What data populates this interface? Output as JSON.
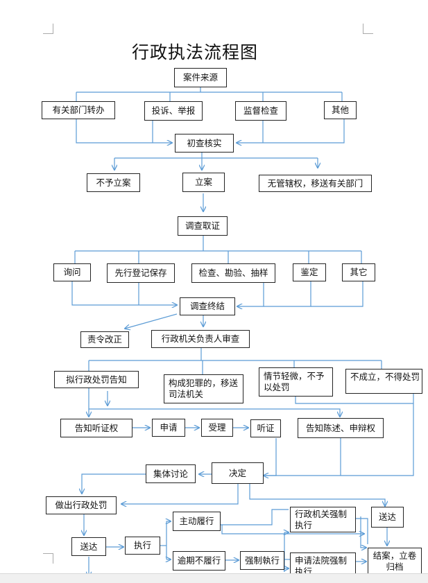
{
  "title": "行政执法流程图",
  "colors": {
    "line": "#5b9bd5",
    "border": "#222222"
  },
  "nodes": {
    "source": "案件来源",
    "dept_transfer": "有关部门转办",
    "complaint": "投诉、举报",
    "inspection": "监督检查",
    "other1": "其他",
    "initial_check": "初查核实",
    "no_case": "不予立案",
    "file_case": "立案",
    "no_jurisdiction": "无管辖权，移送有关部门",
    "investigate": "调查取证",
    "inquiry": "询问",
    "preserve": "先行登记保存",
    "examine": "检查、勘验、抽样",
    "appraisal": "鉴定",
    "other2": "其它",
    "investigation_end": "调查终结",
    "order_correct": "责令改正",
    "review": "行政机关负责人审查",
    "notice_penalty": "拟行政处罚告知",
    "crime_transfer": "构成犯罪的，移送司法机关",
    "minor_case": "情节轻微，不予以处罚",
    "not_established": "不成立，不得处罚",
    "notice_hearing": "告知听证权",
    "apply": "申请",
    "accept": "受理",
    "hearing": "听证",
    "notice_defense": "告知陈述、申辩权",
    "group_discuss": "集体讨论",
    "decision": "决定",
    "make_penalty": "做出行政处罚",
    "deliver1": "送达",
    "execute": "执行",
    "voluntary": "主动履行",
    "overdue": "逾期不履行",
    "enforce": "强制執行",
    "agency_enforce": "行政机关强制执行",
    "court_enforce": "申请法院强制执行",
    "deliver2": "送达",
    "close_case": "结案，立卷归档"
  }
}
